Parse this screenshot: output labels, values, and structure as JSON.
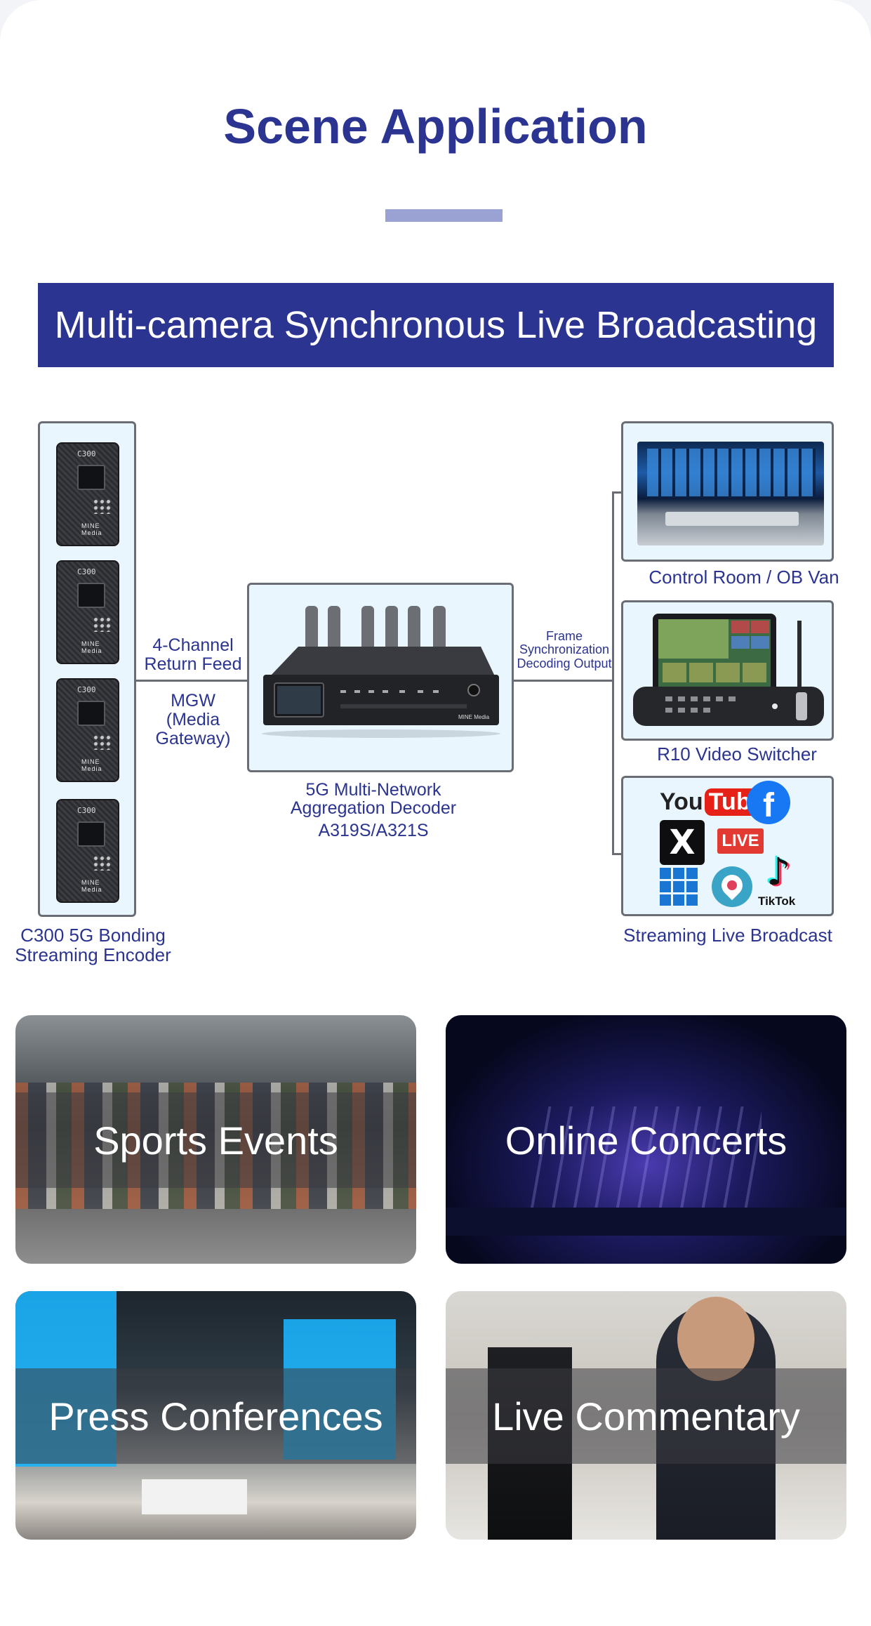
{
  "header": {
    "title": "Scene Application",
    "accent_color": "#2b3490",
    "bar_color": "#9aa1d3"
  },
  "banner": {
    "text": "Multi-camera Synchronous Live Broadcasting"
  },
  "diagram": {
    "encoder": {
      "model": "C300",
      "brand": "MINE Media",
      "label_line1": "C300 5G Bonding",
      "label_line2": "Streaming Encoder"
    },
    "link_left": {
      "line1": "4-Channel",
      "line2": "Return Feed",
      "line3": "MGW",
      "line4": "(Media",
      "line5": "Gateway)"
    },
    "decoder": {
      "label_line1": "5G Multi-Network",
      "label_line2": "Aggregation Decoder",
      "model": "A319S/A321S",
      "brand": "MINE Media"
    },
    "link_right": {
      "line1": "Frame",
      "line2": "Synchronization",
      "line3": "Decoding Output"
    },
    "outputs": {
      "control_room": "Control Room / OB Van",
      "switcher": "R10 Video Switcher",
      "streaming": "Streaming Live Broadcast"
    },
    "platform_logos": {
      "youtube_a": "You",
      "youtube_b": "Tube",
      "facebook": "f",
      "x": "X",
      "live": "LIVE",
      "tiktok": "TikTok"
    }
  },
  "scenes": [
    {
      "label": "Sports Events"
    },
    {
      "label": "Online Concerts"
    },
    {
      "label": "Press Conferences"
    },
    {
      "label": "Live Commentary"
    }
  ]
}
